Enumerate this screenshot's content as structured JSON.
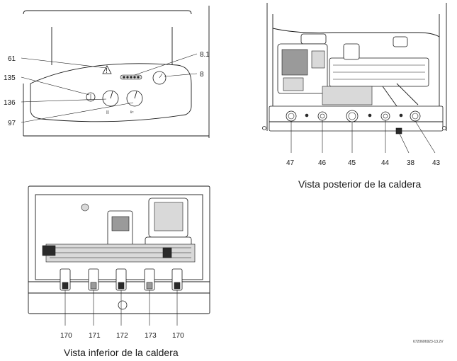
{
  "callouts_front": [
    "61",
    "8.1",
    "135",
    "8",
    "136",
    "97"
  ],
  "callouts_rear": [
    "47",
    "46",
    "45",
    "44",
    "38",
    "43"
  ],
  "callouts_bottom": [
    "170",
    "171",
    "172",
    "173",
    "170"
  ],
  "captions": {
    "rear": "Vista posterior de la caldera",
    "bottom": "Vista inferior de la caldera"
  },
  "figure_code": "6720606923-13.2V"
}
